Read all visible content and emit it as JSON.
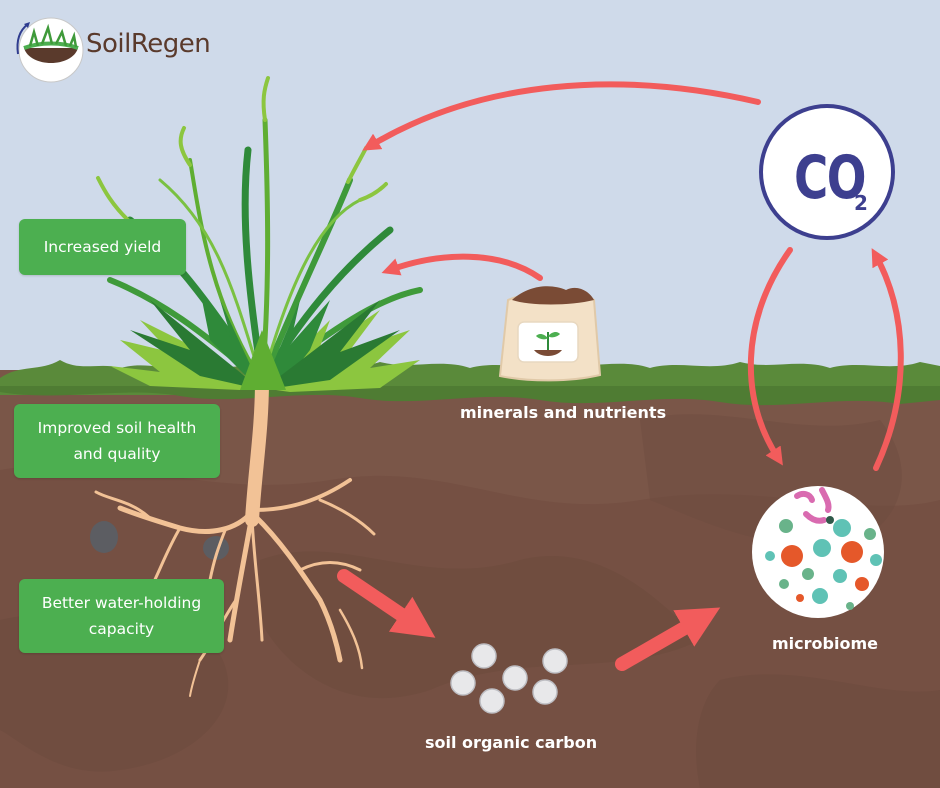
{
  "logo": {
    "text": "SoilRegen",
    "icon": "soil-sprout-logo-icon"
  },
  "benefits": {
    "yield": "Increased yield",
    "soil_line1": "Improved soil health",
    "soil_line2": "and quality",
    "water_line1": "Better water-holding",
    "water_line2": "capacity"
  },
  "labels": {
    "minerals": "minerals and nutrients",
    "soc": "soil organic carbon",
    "microbiome": "microbiome"
  },
  "co2": {
    "main": "CO",
    "subscript": "2"
  },
  "colors": {
    "sky": "#cfdaea",
    "soil": "#7a5648",
    "grass": "#5a8a3a",
    "arrow": "#f25c5c",
    "pill": "#4caf50",
    "co2_ring": "#3d3f8f"
  }
}
